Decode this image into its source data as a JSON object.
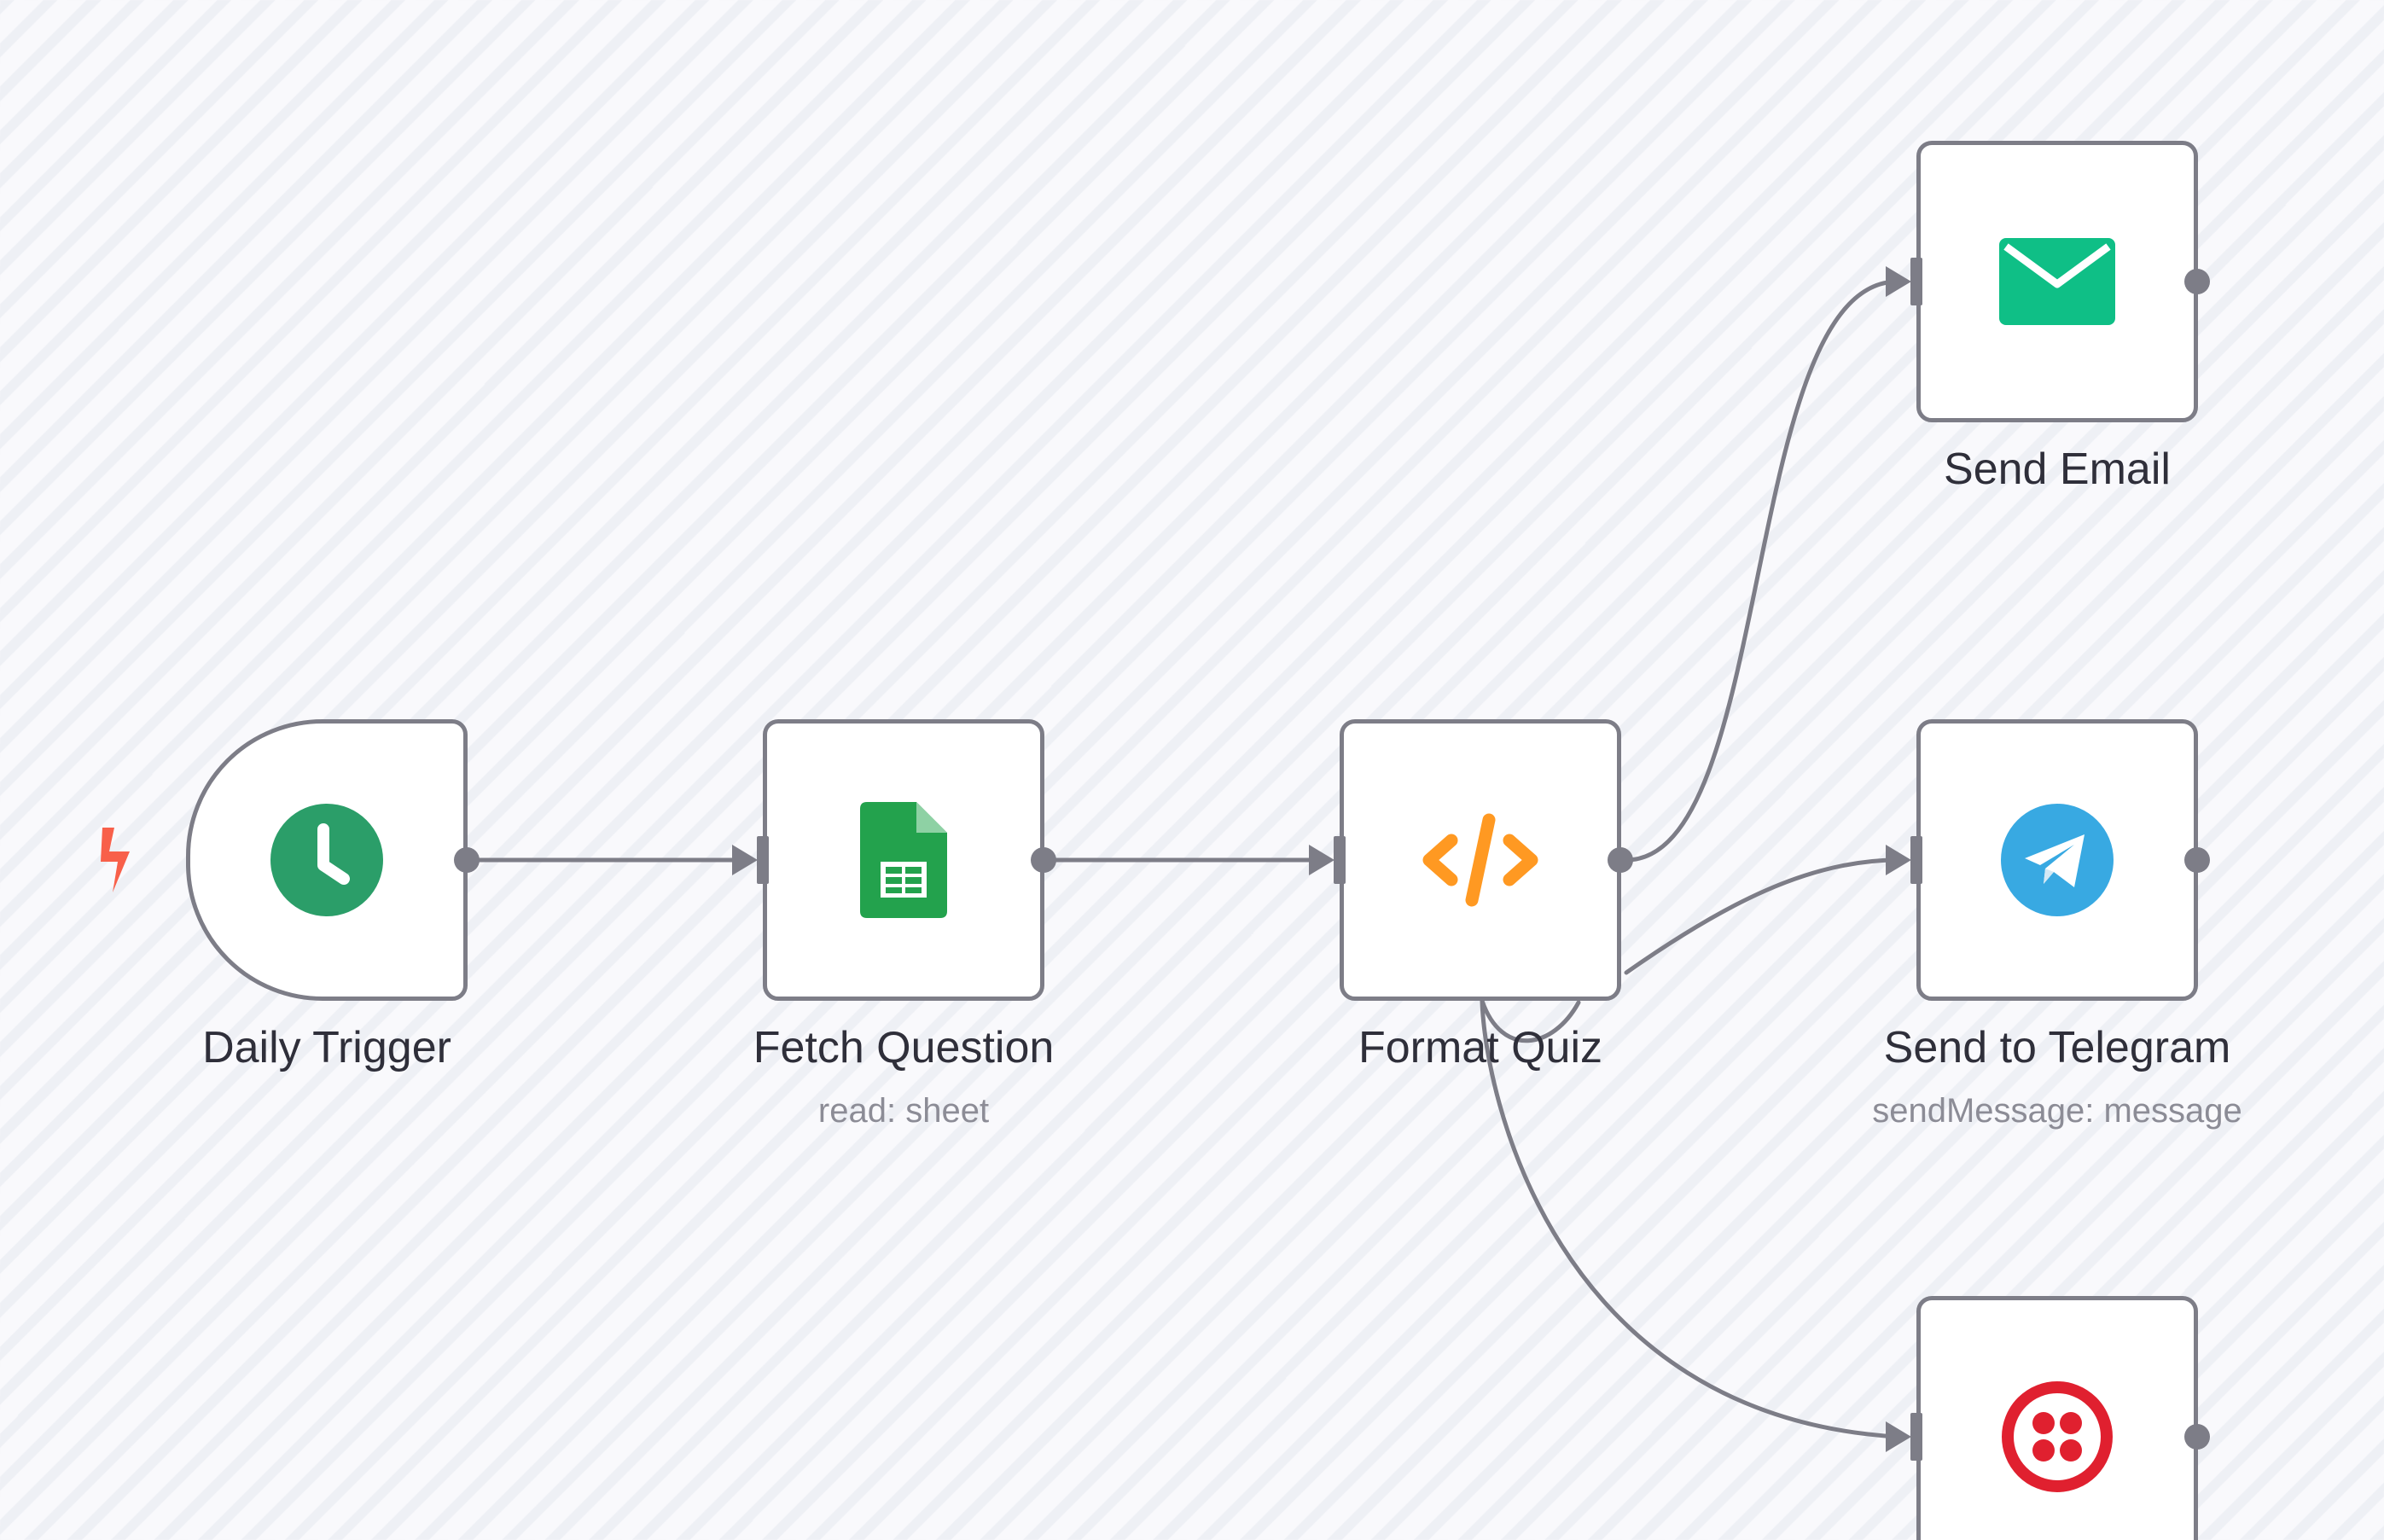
{
  "canvas": {
    "edge_color": "#7d7d87",
    "trigger_bolt_icon": "lightning-bolt-icon",
    "trigger_bolt_color": "#f8604a"
  },
  "nodes": {
    "daily_trigger": {
      "label": "Daily Trigger",
      "icon": "clock-icon",
      "icon_color": "#2b9e69"
    },
    "fetch_question": {
      "label": "Fetch Question",
      "subtitle": "read: sheet",
      "icon": "google-sheets-icon",
      "icon_color": "#23a24d"
    },
    "format_quiz": {
      "label": "Format Quiz",
      "icon": "code-icon",
      "icon_color": "#ff9922"
    },
    "send_email": {
      "label": "Send Email",
      "icon": "envelope-icon",
      "icon_color": "#0fbf86"
    },
    "send_to_telegram": {
      "label": "Send to Telegram",
      "subtitle": "sendMessage: message",
      "icon": "telegram-icon",
      "icon_color": "#38a9e2"
    },
    "twilio": {
      "icon": "twilio-icon",
      "icon_color": "#e0202f"
    }
  }
}
